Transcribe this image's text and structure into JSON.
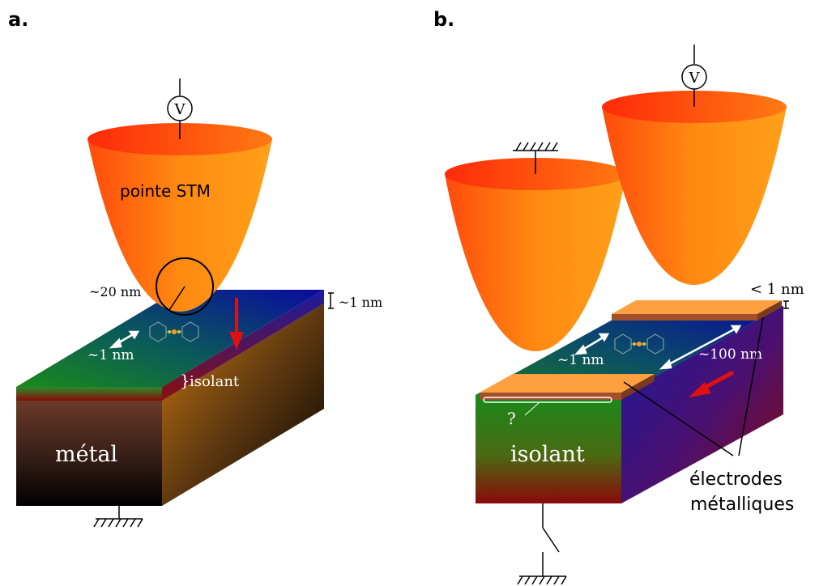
{
  "panels": {
    "a": {
      "label": "a.",
      "voltmeter": "V",
      "tip": "pointe STM",
      "tip_radius": "~20 nm",
      "layer_thickness": "~1 nm",
      "molecule_length": "~1 nm",
      "insulator": "isolant",
      "insulator_brace": "}",
      "metal": "métal"
    },
    "b": {
      "label": "b.",
      "voltmeter": "V",
      "gap": "< 1 nm",
      "molecule_length": "~1 nm",
      "electrode_spacing": "~100 nm",
      "question": "?",
      "insulator": "isolant",
      "electrodes_line1": "électrodes",
      "electrodes_line2": "métalliques"
    }
  },
  "colors": {
    "tip_light": "#ff9a12",
    "tip_dark": "#ff3b0a",
    "arrow": "#e01010",
    "electrode": "#ffa040",
    "green": "#1b8a1b",
    "blue": "#0a0a9a",
    "darkred": "#8a0a0a"
  }
}
